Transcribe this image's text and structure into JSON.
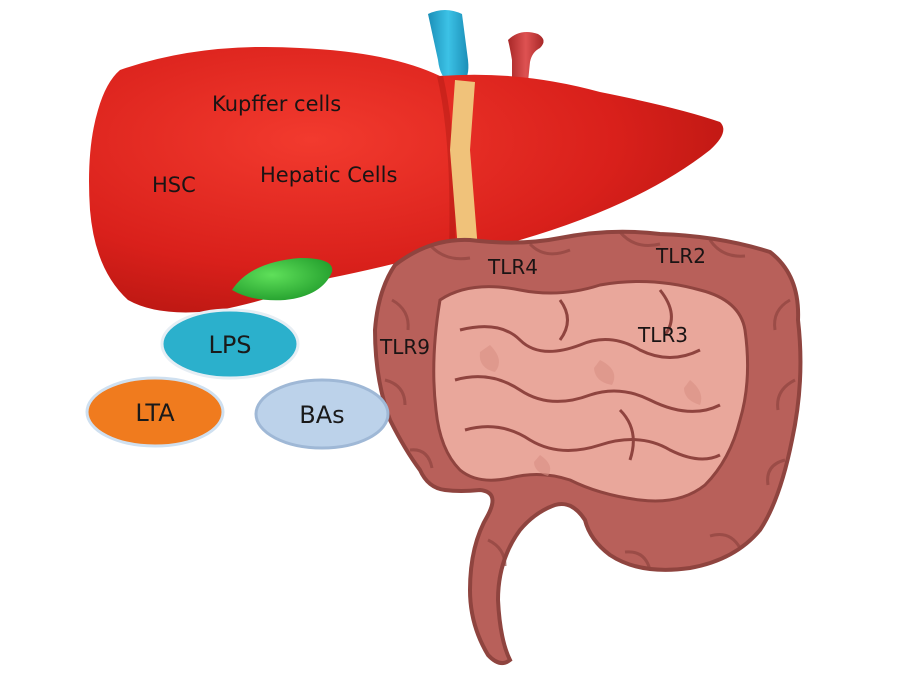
{
  "liver": {
    "labels": {
      "kupffer": "Kupffer cells",
      "hsc": "HSC",
      "hepatic": "Hepatic Cells"
    }
  },
  "intestine": {
    "labels": {
      "tlr4": "TLR4",
      "tlr2": "TLR2",
      "tlr3": "TLR3",
      "tlr9": "TLR9"
    }
  },
  "molecules": {
    "lps": "LPS",
    "lta": "LTA",
    "bas": "BAs"
  },
  "colors": {
    "liver": "#d9201b",
    "liver_shadow": "#a8120f",
    "portal_vein": "#2aa7cf",
    "artery": "#c93a3a",
    "bile_duct": "#f0c27a",
    "gallbladder": "#2fbf3a",
    "colon": "#b8605a",
    "colon_dark": "#8f443f",
    "small_intestine": "#e9a79b",
    "lps_fill": "#2bb0cc",
    "lta_fill": "#f07b1e",
    "bas_fill": "#bcd2ea"
  }
}
